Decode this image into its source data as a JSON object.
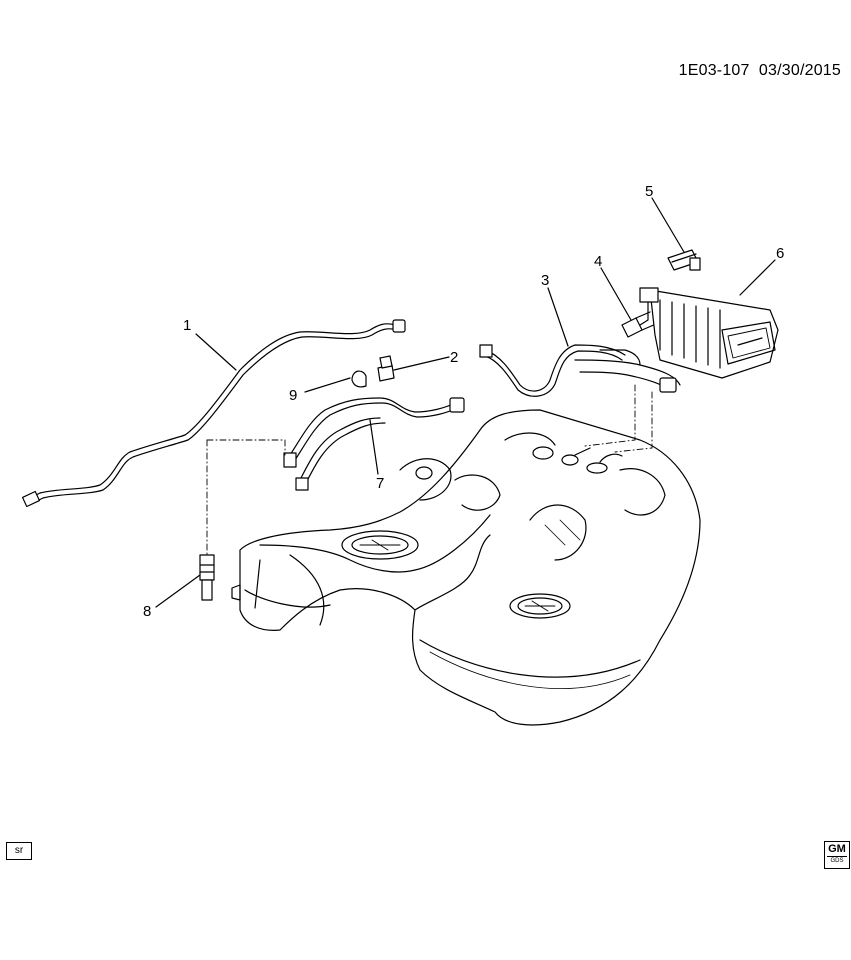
{
  "header": {
    "code": "1E03-107",
    "date": "03/30/2015"
  },
  "callouts": [
    "1",
    "2",
    "3",
    "4",
    "5",
    "6",
    "7",
    "8",
    "9"
  ],
  "footer": {
    "badge": "sr",
    "logo_top": "GM",
    "logo_bottom": "GDS"
  }
}
